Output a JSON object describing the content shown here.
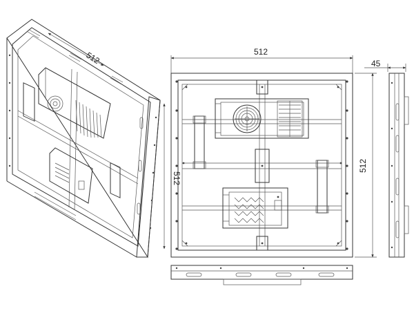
{
  "dimensions": {
    "iso_width": "512",
    "iso_height": "512",
    "front_width": "512",
    "front_height": "512",
    "side_depth": "45"
  }
}
